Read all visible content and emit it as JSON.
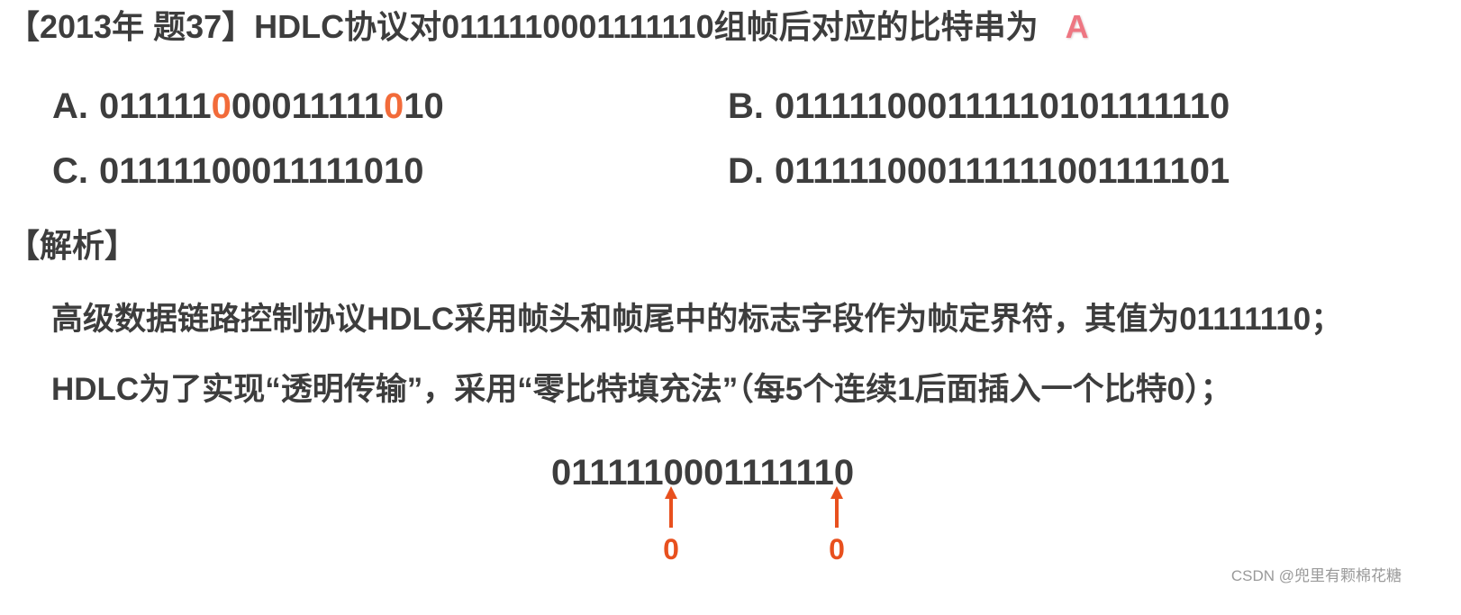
{
  "question": {
    "source": "【2013年 题37】",
    "stem": "HDLC协议对0111110001111110组帧后对应的比特串为",
    "answer": "A"
  },
  "options": [
    {
      "label": "A.",
      "segments": [
        "011111",
        "0",
        "00011111",
        "0",
        "10"
      ]
    },
    {
      "label": "B.",
      "segments": [
        "011111000111110101111110"
      ]
    },
    {
      "label": "C.",
      "segments": [
        "01111100011111010"
      ]
    },
    {
      "label": "D.",
      "segments": [
        "011111000111111001111101"
      ]
    }
  ],
  "analysis": {
    "heading": "【解析】",
    "paragraphs": [
      "高级数据链路控制协议HDLC采用帧头和帧尾中的标志字段作为帧定界符，其值为01111110；",
      "HDLC为了实现“透明传输”，采用“零比特填充法”（每5个连续1后面插入一个比特0）；"
    ]
  },
  "illustration": {
    "bits": "0111110001111110",
    "inserted_bits": [
      "0",
      "0"
    ]
  },
  "colors": {
    "highlight": "#f26b3a",
    "arrow": "#e8501e",
    "answer": "#ee7682"
  },
  "watermark": "CSDN @兜里有颗棉花糖"
}
